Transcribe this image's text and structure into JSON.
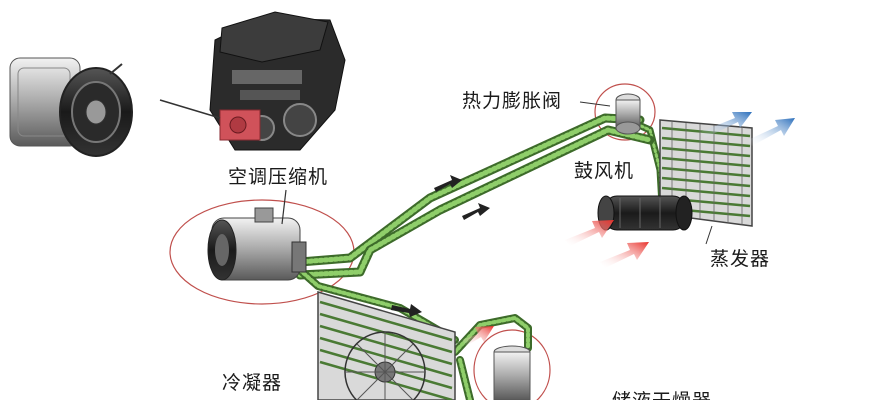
{
  "labels": {
    "compressor": "空调压缩机",
    "expansion_valve": "热力膨胀阀",
    "blower": "鼓风机",
    "evaporator": "蒸发器",
    "condenser": "冷凝器",
    "receiver_drier": "储液干燥器"
  },
  "colors": {
    "pipe": "#6aa84f",
    "pipe_dark": "#3d6b2a",
    "callout_circle": "#c0504d",
    "hot_air": "#e8302a",
    "cold_air": "#2a6ebb",
    "flow_arrow": "#222222"
  }
}
